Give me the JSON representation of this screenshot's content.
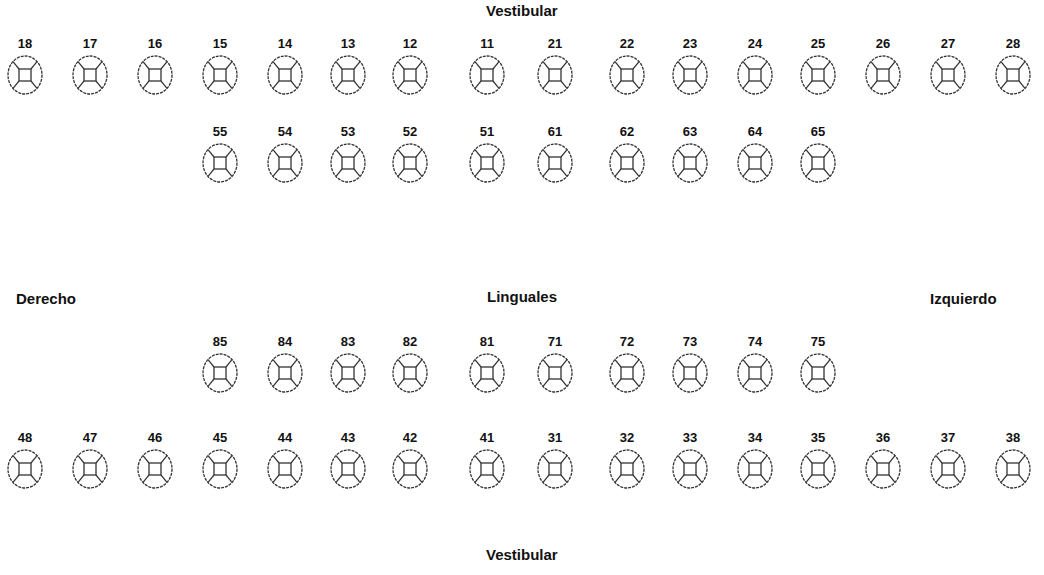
{
  "diagram": {
    "nodes": [
      {
        "text": [
          "18"
        ]
      },
      {
        "text": [
          "17"
        ]
      },
      {
        "text": [
          "16"
        ]
      },
      {
        "text": [
          "15"
        ]
      },
      {
        "text": [
          "14"
        ]
      },
      {
        "text": [
          "13"
        ]
      },
      {
        "text": [
          "12"
        ]
      },
      {
        "text": [
          "11"
        ]
      },
      {
        "text": [
          "21"
        ]
      },
      {
        "text": [
          "22"
        ]
      },
      {
        "text": [
          "23"
        ]
      },
      {
        "text": [
          "24"
        ]
      },
      {
        "text": [
          "25"
        ]
      },
      {
        "text": [
          "26"
        ]
      },
      {
        "text": [
          "27"
        ]
      },
      {
        "text": [
          "28"
        ]
      },
      {
        "text": [
          "55"
        ]
      },
      {
        "text": [
          "54"
        ]
      },
      {
        "text": [
          "53"
        ]
      },
      {
        "text": [
          "52"
        ]
      },
      {
        "text": [
          "51"
        ]
      },
      {
        "text": [
          "61"
        ]
      },
      {
        "text": [
          "62"
        ]
      },
      {
        "text": [
          "63"
        ]
      },
      {
        "text": [
          "64"
        ]
      },
      {
        "text": [
          "65"
        ]
      },
      {
        "text": [
          "85"
        ]
      },
      {
        "text": [
          "84"
        ]
      },
      {
        "text": [
          "83"
        ]
      },
      {
        "text": [
          "82"
        ]
      },
      {
        "text": [
          "81"
        ]
      },
      {
        "text": [
          "71"
        ]
      },
      {
        "text": [
          "72"
        ]
      },
      {
        "text": [
          "73"
        ]
      },
      {
        "text": [
          "74"
        ]
      },
      {
        "text": [
          "75"
        ]
      },
      {
        "text": [
          "48"
        ]
      },
      {
        "text": [
          "47"
        ]
      },
      {
        "text": [
          "46"
        ]
      },
      {
        "text": [
          "45"
        ]
      },
      {
        "text": [
          "44"
        ]
      },
      {
        "text": [
          "43"
        ]
      },
      {
        "text": [
          "42"
        ]
      },
      {
        "text": [
          "41"
        ]
      },
      {
        "text": [
          "31"
        ]
      },
      {
        "text": [
          "32"
        ]
      },
      {
        "text": [
          "33"
        ]
      },
      {
        "text": [
          "34"
        ]
      },
      {
        "text": [
          "35"
        ]
      },
      {
        "text": [
          "36"
        ]
      },
      {
        "text": [
          "37"
        ]
      },
      {
        "text": [
          "38"
        ]
      }
    ],
    "labels": [
      "Vestibular",
      "Derecho",
      "Linguales",
      "Izquierdo",
      "Vestibular"
    ]
  }
}
